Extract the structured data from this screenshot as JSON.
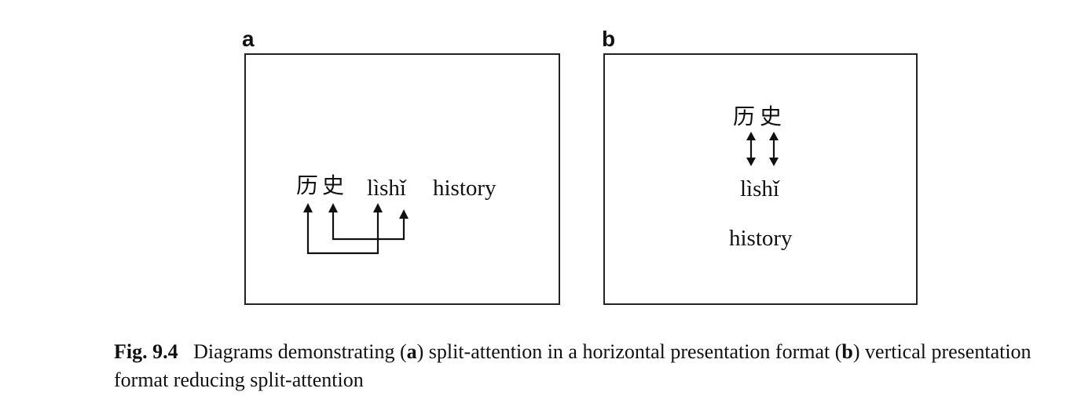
{
  "panels": {
    "a": {
      "label": "a",
      "hanzi_1": "历",
      "hanzi_2": "史",
      "pinyin": "lìshǐ",
      "english": "history"
    },
    "b": {
      "label": "b",
      "hanzi_1": "历",
      "hanzi_2": "史",
      "pinyin": "lìshǐ",
      "english": "history"
    }
  },
  "caption": {
    "fig_label": "Fig. 9.4",
    "part1": "Diagrams demonstrating (",
    "ref_a": "a",
    "part2": ") split-attention in a horizontal presentation format (",
    "ref_b": "b",
    "part3": ") vertical presentation format reducing split-attention"
  }
}
